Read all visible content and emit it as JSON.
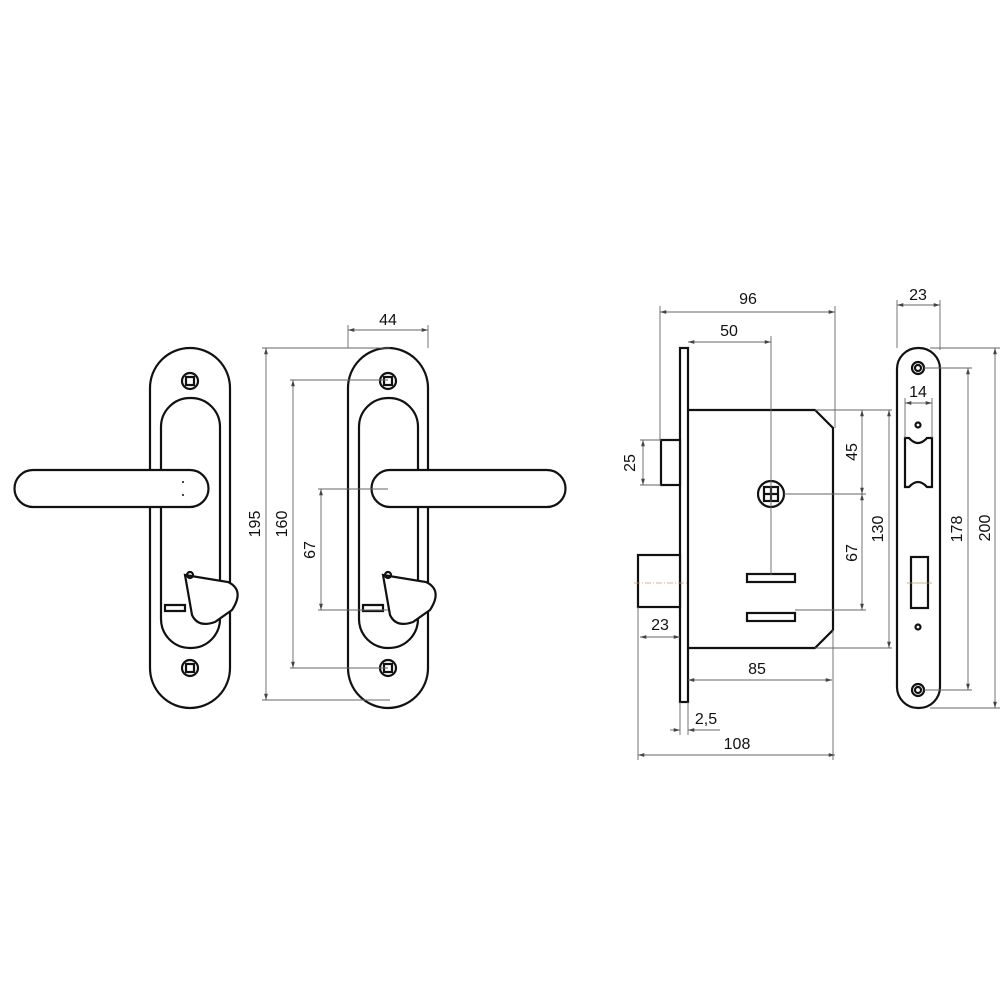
{
  "handle_dims": {
    "plate_width": "44",
    "plate_height": "195",
    "screw_spacing": "160",
    "handle_to_key": "67"
  },
  "lock_dims": {
    "total_depth": "96",
    "backset": "50",
    "latch_height": "25",
    "top_to_spindle": "45",
    "spindle_to_key": "67",
    "body_height": "130",
    "bolt_throw": "23",
    "body_depth": "85",
    "faceplate_thickness": "2,5",
    "overall_depth": "108"
  },
  "strike_dims": {
    "plate_width": "23",
    "latch_opening_width": "14",
    "screw_spacing": "178",
    "plate_height": "200"
  }
}
